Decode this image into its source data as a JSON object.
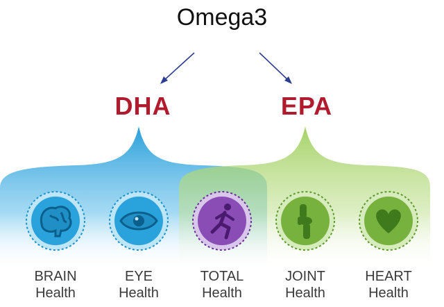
{
  "title": "Omega3",
  "groups": [
    {
      "label": "DHA",
      "color": "#2aa3dc"
    },
    {
      "label": "EPA",
      "color": "#8fc04a"
    }
  ],
  "items": [
    {
      "line1": "BRAIN",
      "line2": "Health",
      "icon": "brain-icon",
      "color": "#2aa3dc"
    },
    {
      "line1": "EYE",
      "line2": "Health",
      "icon": "eye-icon",
      "color": "#2aa3dc"
    },
    {
      "line1": "TOTAL",
      "line2": "Health",
      "icon": "runner-icon",
      "color": "#7d3fa6"
    },
    {
      "line1": "JOINT",
      "line2": "Health",
      "icon": "knee-joint-icon",
      "color": "#6aa332"
    },
    {
      "line1": "HEART",
      "line2": "Health",
      "icon": "heart-icon",
      "color": "#6aa332"
    }
  ],
  "colors": {
    "accent_red": "#b01c2e",
    "arrow": "#2c3e8f"
  }
}
